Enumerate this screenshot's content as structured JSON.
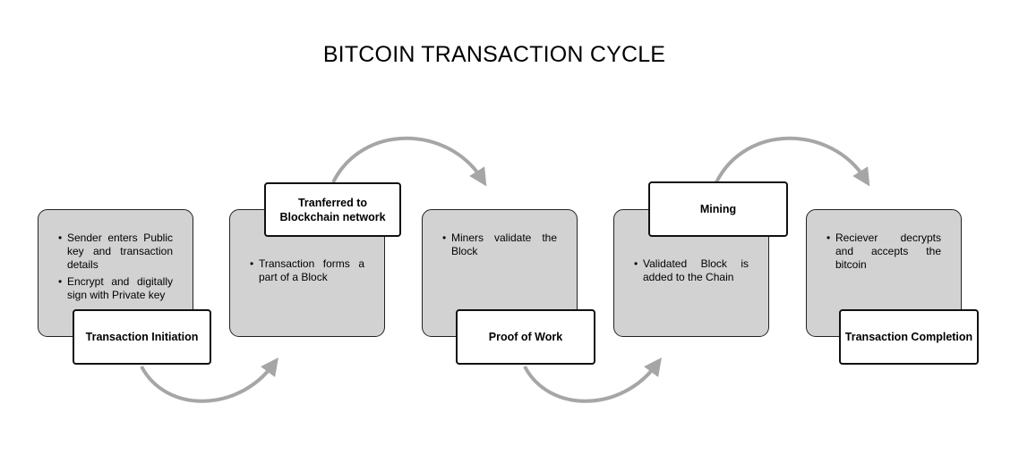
{
  "title": "BITCOIN TRANSACTION CYCLE",
  "steps": [
    {
      "label": "Transaction Initiation",
      "bullets": [
        "Sender enters Public key and transaction details",
        "Encrypt and digitally sign with Private key"
      ]
    },
    {
      "label": "Tranferred to Blockchain network",
      "bullets": [
        "Transaction forms a part of a Block"
      ]
    },
    {
      "label": "Proof of Work",
      "bullets": [
        "Miners validate the Block"
      ]
    },
    {
      "label": "Mining",
      "bullets": [
        "Validated Block is added to the Chain"
      ]
    },
    {
      "label": "Transaction Completion",
      "bullets": [
        "Reciever decrypts and accepts the bitcoin"
      ]
    }
  ],
  "colors": {
    "card_fill": "#d2d2d2",
    "arrow": "#a6a6a6",
    "border": "#111111"
  }
}
